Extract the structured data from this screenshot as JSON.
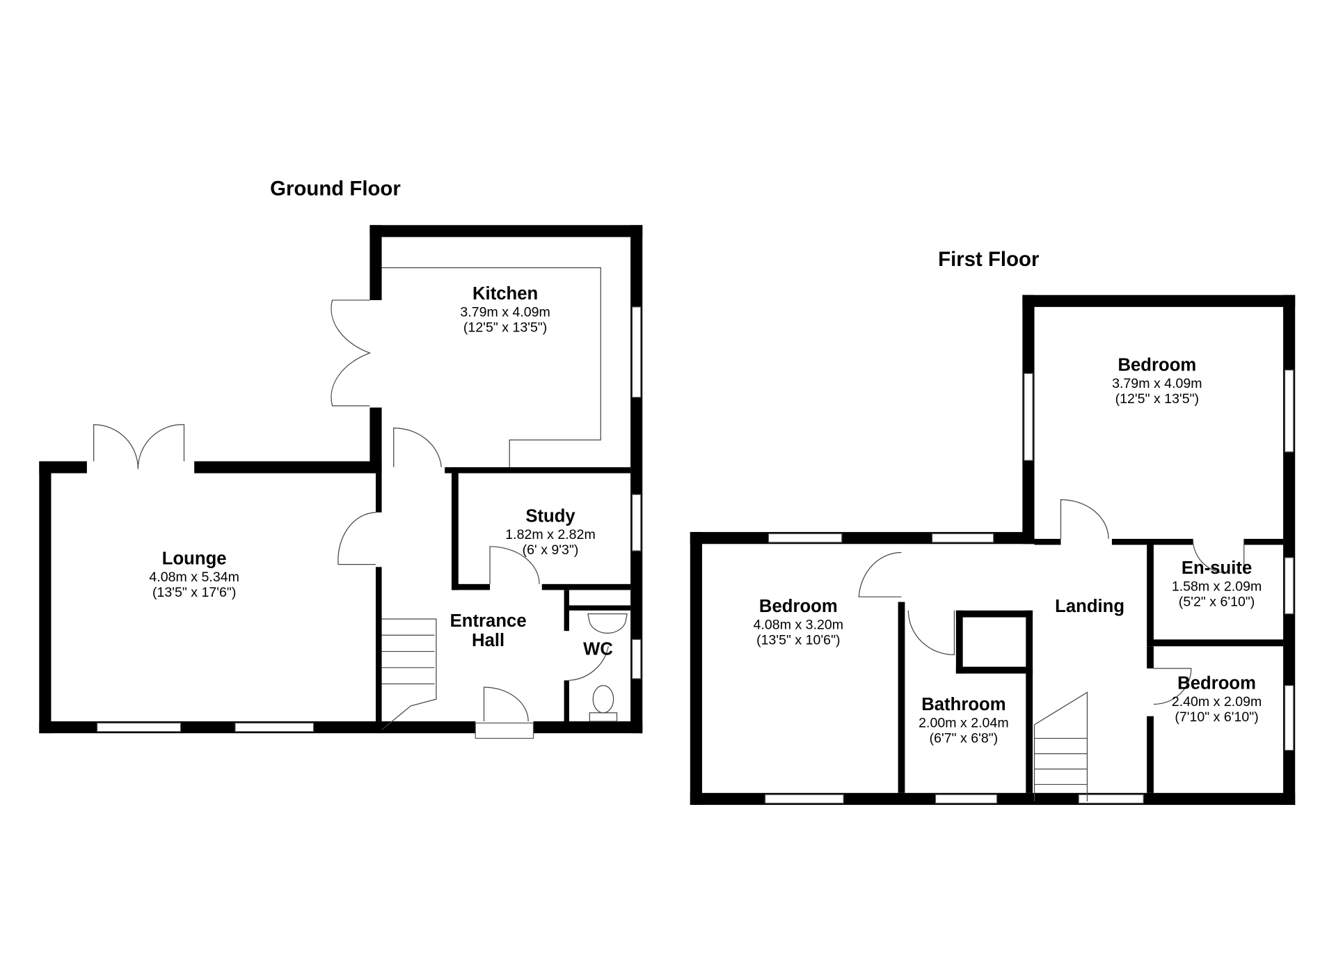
{
  "floors": [
    {
      "title": "Ground Floor",
      "rooms": [
        {
          "name": "Kitchen",
          "metric": "3.79m x 4.09m",
          "imperial": "(12'5\" x 13'5\")"
        },
        {
          "name": "Lounge",
          "metric": "4.08m x 5.34m",
          "imperial": "(13'5\" x 17'6\")"
        },
        {
          "name": "Study",
          "metric": "1.82m x 2.82m",
          "imperial": "(6' x 9'3\")"
        },
        {
          "name": "Entrance",
          "name2": "Hall"
        },
        {
          "name": "WC"
        }
      ]
    },
    {
      "title": "First Floor",
      "rooms": [
        {
          "name": "Bedroom",
          "metric": "3.79m x 4.09m",
          "imperial": "(12'5\" x 13'5\")"
        },
        {
          "name": "Bedroom",
          "metric": "4.08m x 3.20m",
          "imperial": "(13'5\" x 10'6\")"
        },
        {
          "name": "Landing"
        },
        {
          "name": "En-suite",
          "metric": "1.58m x 2.09m",
          "imperial": "(5'2\" x 6'10\")"
        },
        {
          "name": "Bathroom",
          "metric": "2.00m x 2.04m",
          "imperial": "(6'7\" x 6'8\")"
        },
        {
          "name": "Bedroom",
          "metric": "2.40m x 2.09m",
          "imperial": "(7'10\" x 6'10\")"
        }
      ]
    }
  ]
}
